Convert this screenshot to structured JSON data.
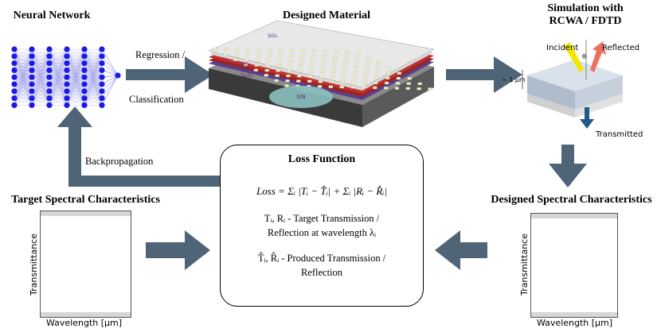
{
  "titles": {
    "neural_network": "Neural Network",
    "designed_material": "Designed Material",
    "simulation": "Simulation with",
    "simulation_methods": "RCWA / FDTD",
    "target_spectral": "Target Spectral Characteristics",
    "designed_spectral": "Designed Spectral Characteristics",
    "loss_function": "Loss Function"
  },
  "edges": {
    "regression": "Regression /",
    "classification": "Classification",
    "backpropagation": "Backpropagation"
  },
  "material_layers": {
    "sio2": "SiO₂",
    "tio2": "TiO₂",
    "sin_top": "SiN",
    "ta2o5": "Ta₂O₅",
    "sin_core": "SiN"
  },
  "simulation_labels": {
    "incident": "Incident",
    "reflected": "Reflected",
    "transmitted": "Transmitted",
    "thickness": "~ 1 μm",
    "angle": "θ"
  },
  "loss": {
    "equation": "Loss = Σᵢ |Tᵢ − T̂ᵢ| + Σᵢ |Rᵢ − R̂ᵢ|",
    "line1": "Tᵢ, Rᵢ - Target Transmission /",
    "line2": "Reflection at wavelength λᵢ",
    "line3": "T̂ᵢ, R̂ᵢ - Produced Transmission /",
    "line4": "Reflection"
  },
  "plots": {
    "ylabel": "Transmittance",
    "xlabel": "Wavelength [μm]"
  },
  "colors": {
    "arrow": "#4f6477",
    "neuron": "#1a1ae6",
    "target_curve": "#2ecc2e",
    "designed_curve": "#1a1ae6",
    "incident": "#f2e600",
    "reflected": "#f07060",
    "transmitted": "#1f5a8a"
  }
}
